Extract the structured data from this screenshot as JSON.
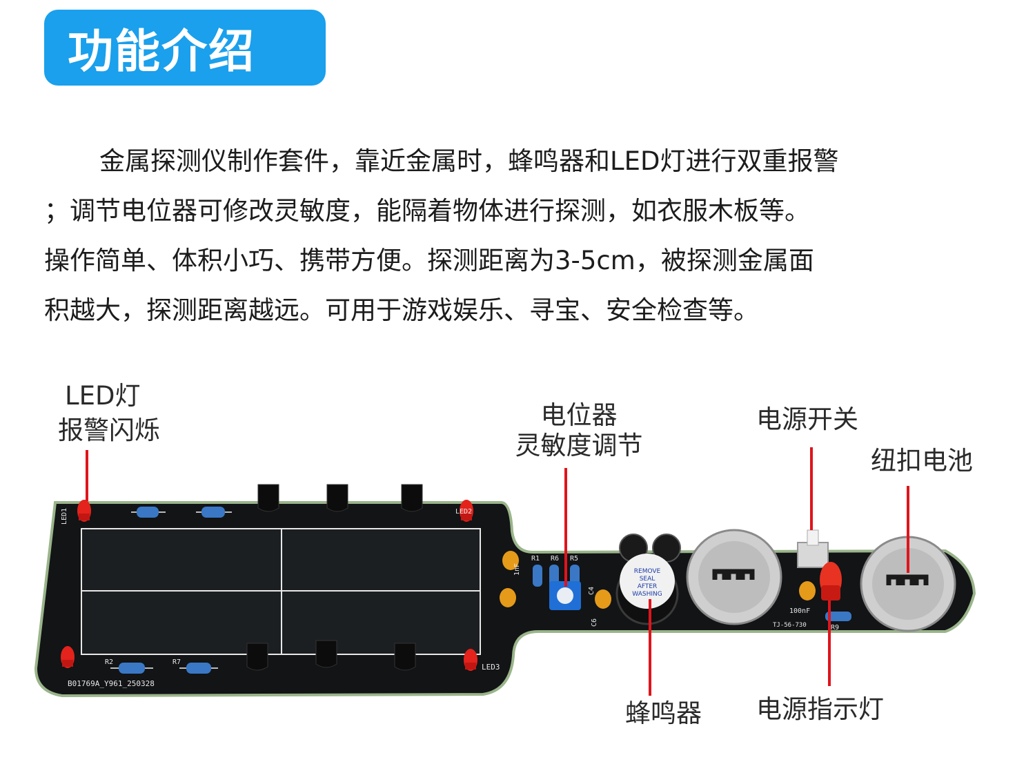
{
  "header": {
    "title": "功能介绍"
  },
  "intro": {
    "lines": [
      "金属探测仪制作套件，靠近金属时，蜂鸣器和LED灯进行双重报警",
      "；调节电位器可修改灵敏度，能隔着物体进行探测，如衣服木板等。",
      "操作简单、体积小巧、携带方便。探测距离为3-5cm，被探测金属面",
      "积越大，探测距离越远。可用于游戏娱乐、寻宝、安全检查等。"
    ]
  },
  "labels": {
    "led": [
      "LED灯",
      "报警闪烁"
    ],
    "pot": [
      "电位器",
      "灵敏度调节"
    ],
    "switch": "电源开关",
    "battery": "纽扣电池",
    "buzzer": "蜂鸣器",
    "power_led": "电源指示灯"
  },
  "silkscreen": {
    "board_id": "B01769A_Y961_250328",
    "led1": "LED1",
    "led2": "LED2",
    "led3": "LED3",
    "r1": "R1",
    "r2": "R2",
    "r5": "R5",
    "r6": "R6",
    "r7": "R7",
    "r9": "R9",
    "c4": "C4",
    "c6": "C6",
    "cap_1nf": "1nF",
    "cap_100nf": "100nF",
    "switch_code": "TJ-56-730",
    "buzzer_seal": [
      "REMOVE",
      "SEAL",
      "AFTER",
      "WASHING"
    ]
  },
  "colors": {
    "accent_blue": "#1aa0ec",
    "pointer_red": "#e0141c",
    "pcb_black": "#121416",
    "pcb_edge": "#9ab58a"
  }
}
